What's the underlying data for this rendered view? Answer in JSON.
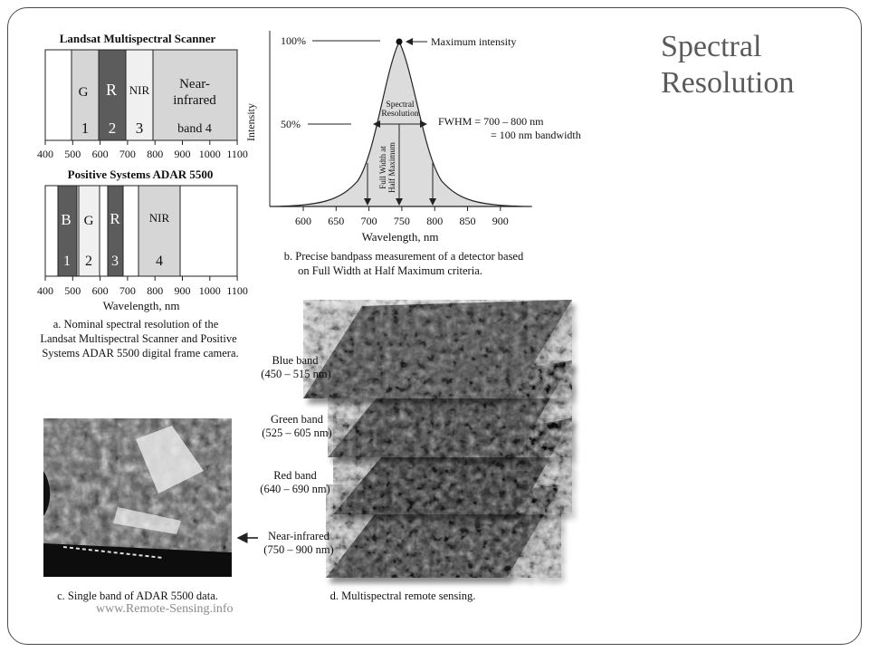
{
  "slide": {
    "title_line1": "Spectral",
    "title_line2": "Resolution",
    "footer": "www.Remote-Sensing.info"
  },
  "panel_a": {
    "landsat": {
      "heading": "Landsat Multispectral Scanner",
      "bands": [
        {
          "name": "G",
          "number": "1"
        },
        {
          "name": "R",
          "number": "2"
        },
        {
          "name": "NIR",
          "number": "3"
        },
        {
          "name": "Near-",
          "name2": "infrared",
          "number": "band 4"
        }
      ]
    },
    "adar": {
      "heading": "Positive Systems ADAR 5500",
      "bands": [
        {
          "name": "B",
          "number": "1"
        },
        {
          "name": "G",
          "number": "2"
        },
        {
          "name": "R",
          "number": "3"
        },
        {
          "name": "NIR",
          "number": "4"
        }
      ]
    },
    "ticks": [
      "400",
      "500",
      "600",
      "700",
      "800",
      "900",
      "1000",
      "1100"
    ],
    "xlabel": "Wavelength, nm",
    "caption": [
      "a. Nominal spectral resolution of the",
      "Landsat Multispectral Scanner and Positive",
      "Systems ADAR 5500 digital frame camera."
    ]
  },
  "panel_b": {
    "ylabel": "Intensity",
    "y100": "100%",
    "y50": "50%",
    "max_label": "Maximum intensity",
    "spectral_res": [
      "Spectral",
      "Resolution"
    ],
    "fwhm_line1": "FWHM =  700 – 800 nm",
    "fwhm_line2": "= 100 nm bandwidth",
    "fwhm_vertical": [
      "Full Width at",
      "Half Maximum"
    ],
    "ticks": [
      "600",
      "650",
      "700",
      "750",
      "800",
      "850",
      "900"
    ],
    "xlabel": "Wavelength, nm",
    "caption": [
      "b. Precise bandpass measurement of a detector based",
      "on Full Width at Half Maximum criteria."
    ]
  },
  "panel_c": {
    "caption": "c. Single band of ADAR 5500 data."
  },
  "panel_d": {
    "layers": [
      {
        "name": "Blue band",
        "range": "(450 – 515  nm)"
      },
      {
        "name": "Green band",
        "range": "(525 – 605  nm)"
      },
      {
        "name": "Red band",
        "range": "(640 – 690  nm)"
      },
      {
        "name": "Near-infrared",
        "range": "(750 – 900  nm)"
      }
    ],
    "caption": "d. Multispectral remote sensing."
  }
}
